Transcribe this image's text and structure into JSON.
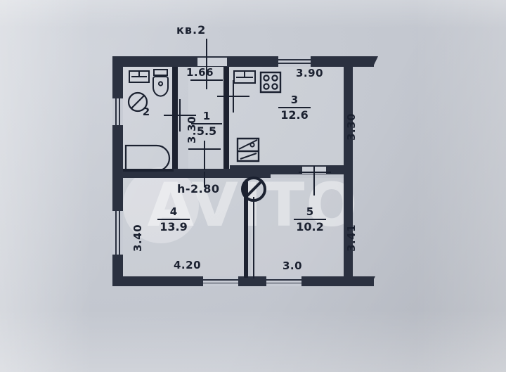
{
  "document": {
    "type": "apartment-floor-plan",
    "apartment_label": "кв.2",
    "ceiling_height_label": "h-2.80"
  },
  "rooms": [
    {
      "id": "room-1",
      "number": "1",
      "area": "5.5",
      "name_hint": "hallway",
      "dims": [
        "1.66",
        "3.30"
      ]
    },
    {
      "id": "room-2",
      "number": "2",
      "area": "",
      "name_hint": "bathroom",
      "dims": []
    },
    {
      "id": "room-3",
      "number": "3",
      "area": "12.6",
      "name_hint": "kitchen",
      "dims": [
        "3.90",
        "3.30"
      ]
    },
    {
      "id": "room-4",
      "number": "4",
      "area": "13.9",
      "name_hint": "living-room",
      "dims": [
        "3.40",
        "4.20"
      ]
    },
    {
      "id": "room-5",
      "number": "5",
      "area": "10.2",
      "name_hint": "bedroom",
      "dims": [
        "3.0",
        "3.41"
      ]
    }
  ],
  "dimensions": {
    "top_hall_width": "1.66",
    "top_kitchen_width": "3.90",
    "left_lower_height": "3.40",
    "hall_height": "3.30",
    "right_upper_height": "3.30",
    "right_lower_height": "3.41",
    "bottom_left_width": "4.20",
    "bottom_right_width": "3.0"
  },
  "fixtures": [
    {
      "name": "wall-cabinet-bathroom"
    },
    {
      "name": "toilet"
    },
    {
      "name": "washbasin"
    },
    {
      "name": "bathtub"
    },
    {
      "name": "wall-cabinet-kitchen"
    },
    {
      "name": "stove-four-burner"
    },
    {
      "name": "kitchen-sink"
    },
    {
      "name": "door-swing-marker"
    }
  ],
  "watermark": {
    "text": "AVITO"
  },
  "colors": {
    "paper": "#c5c9d1",
    "ink": "#2b3140",
    "ink_dark": "#1b2130",
    "window": "#c7cbd4",
    "watermark": "rgba(255,255,255,.42)"
  }
}
